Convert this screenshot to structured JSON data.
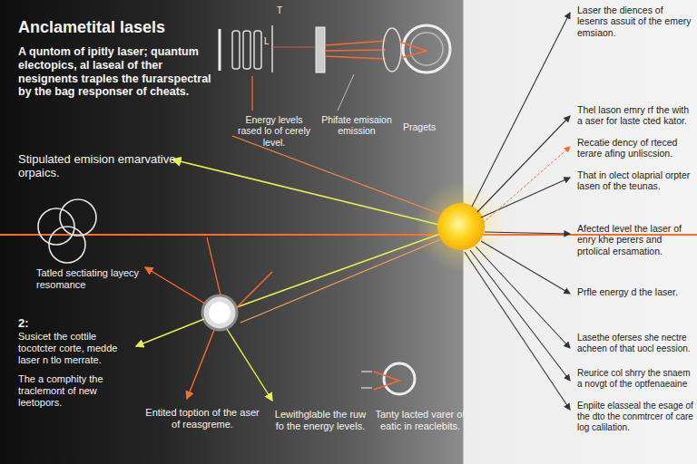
{
  "diagram": {
    "title": "Anclametital lasels",
    "labels": [
      "A quntom of ipitly laser; quantum electopics, al laseal of ther nesignents traples the furarspectral by the bag responser of cheats.",
      "T",
      "L",
      "Energy levels rased lo of cerely level.",
      "Phifate emisaion emission",
      "Pragets",
      "Laser the diences of lesenrs assuit of the emery emsiaon.",
      "Thel lason emry rf the with a aser for laste cted kator.",
      "Recatie dency of rteced terare afing unliscsion.",
      "Stipulated emision emarvative orpaics.",
      "That in olect olaprial orpter lasen of the teunas.",
      "Afected level the laser of enry khe perers and prtolical ersamation.",
      "Tatled sectiating layecy resomance",
      "Prfle energy d the laser.",
      "2:",
      "Susicet the cottile tocotcter corte, medde laser n tlo merrate.",
      "The a comphity the traclemont of new leetopors.",
      "Lasethe oferses she nectre acheen of that uocl eession.",
      "Reurice col shrry the snaem a novgt of the optfenaeaine",
      "Enpiite elasseal the esage of the dto the conmtrcer of care log calilation.",
      "Entited toption of the aser of reasgreme.",
      "Lewithglable the ruw fo the energy levels.",
      "Tanty lacted varer of eatic in reaclebits."
    ]
  }
}
